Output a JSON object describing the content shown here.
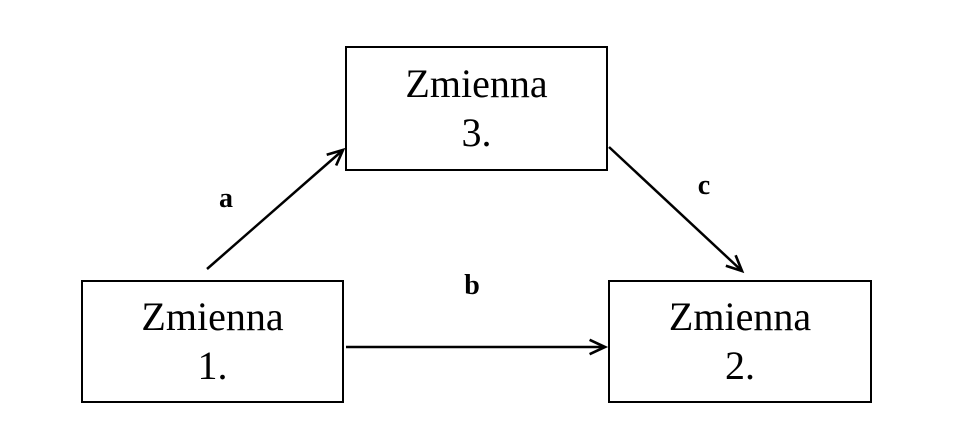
{
  "diagram": {
    "type": "path-diagram",
    "background_color": "#ffffff",
    "line_color": "#000000",
    "nodes": [
      {
        "id": "zmienna-3",
        "label_line1": "Zmienna",
        "label_line2": "3.",
        "position": "top-center"
      },
      {
        "id": "zmienna-1",
        "label_line1": "Zmienna",
        "label_line2": "1.",
        "position": "bottom-left"
      },
      {
        "id": "zmienna-2",
        "label_line1": "Zmienna",
        "label_line2": "2.",
        "position": "bottom-right"
      }
    ],
    "edges": [
      {
        "id": "edge-a",
        "label": "a",
        "from": "zmienna-1",
        "to": "zmienna-3"
      },
      {
        "id": "edge-b",
        "label": "b",
        "from": "zmienna-1",
        "to": "zmienna-2"
      },
      {
        "id": "edge-c",
        "label": "c",
        "from": "zmienna-3",
        "to": "zmienna-2"
      }
    ]
  }
}
